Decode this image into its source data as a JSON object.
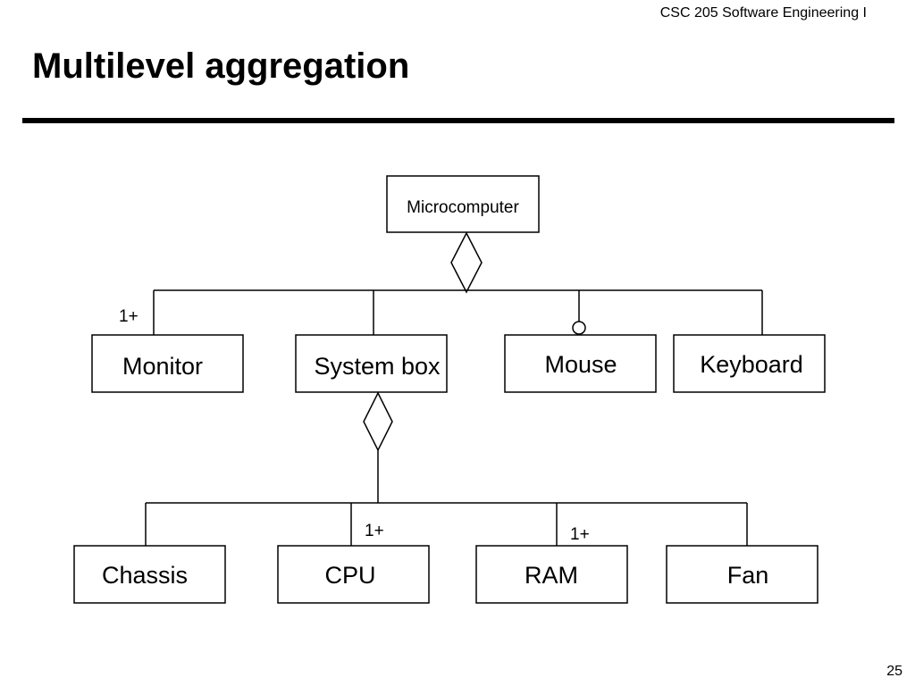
{
  "header": {
    "course": "CSC 205 Software Engineering I"
  },
  "slide": {
    "title": "Multilevel aggregation",
    "page_number": "25"
  },
  "diagram": {
    "root": "Microcomputer",
    "level1": [
      "Monitor",
      "System box",
      "Mouse",
      "Keyboard"
    ],
    "level2": [
      "Chassis",
      "CPU",
      "RAM",
      "Fan"
    ],
    "multiplicities": {
      "monitor": "1+",
      "cpu": "1+",
      "ram": "1+"
    }
  }
}
